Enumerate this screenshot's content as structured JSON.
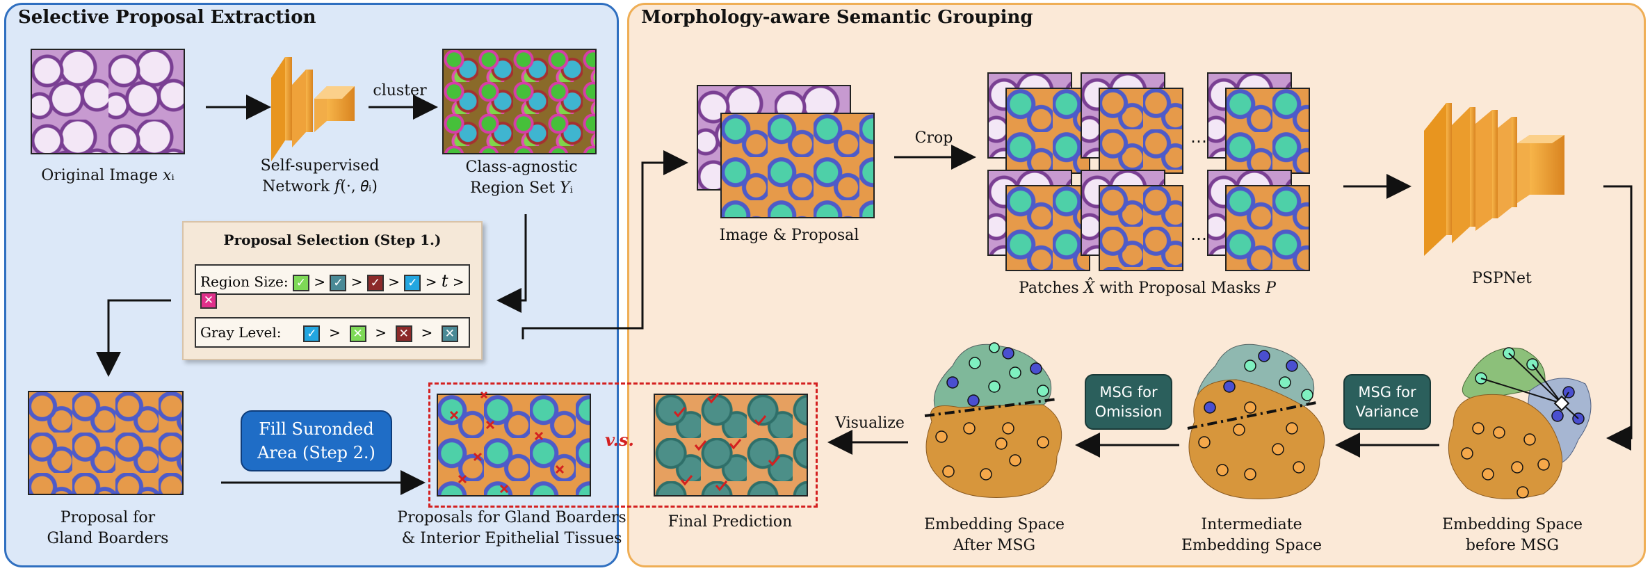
{
  "panels": {
    "left_title": "Selective Proposal Extraction",
    "right_title": "Morphology-aware Semantic Grouping"
  },
  "labels": {
    "original_image": "Original Image 𝑥ᵢ",
    "network_l1": "Self-supervised",
    "network_l2": "Network 𝑓(·, 𝜃ᵢ)",
    "cluster": "cluster",
    "region_set_l1": "Class-agnostic",
    "region_set_l2": "Region Set 𝑌ᵢ",
    "proposal_selection": "Proposal Selection",
    "step1": "(Step 1.)",
    "region_size": "Region Size:",
    "gray_level": "Gray Level:",
    "gt": ">",
    "t": "t",
    "proposal_gland_l1": "Proposal for",
    "proposal_gland_l2": "Gland Boarders",
    "fill_l1": "Fill Suronded",
    "fill_l2": "Area (Step 2.)",
    "proposals_l1": "Proposals for Gland Boarders",
    "proposals_l2": "& Interior Epithelial Tissues",
    "vs": "v.s.",
    "final_prediction": "Final Prediction",
    "image_proposal": "Image & Proposal",
    "crop": "Crop",
    "patches": "Patches 𝑋̂ with Proposal Masks 𝑃",
    "pspnet": "PSPNet",
    "visualize": "Visualize",
    "msg_omission_l1": "MSG for",
    "msg_omission_l2": "Omission",
    "msg_variance_l1": "MSG for",
    "msg_variance_l2": "Variance",
    "emb_after_l1": "Embedding Space",
    "emb_after_l2": "After MSG",
    "emb_inter_l1": "Intermediate",
    "emb_inter_l2": "Embedding Space",
    "emb_before_l1": "Embedding Space",
    "emb_before_l2": "before MSG",
    "dots": "⋯"
  },
  "colors": {
    "left_panel": "#dce8f8",
    "right_panel": "#fbe9d7",
    "left_border": "#2f6fc0",
    "right_border": "#efae55",
    "accent_red": "#d42020",
    "swatch_green": "#7ed957",
    "swatch_slate": "#4a8a96",
    "swatch_maroon": "#8c2a2a",
    "swatch_cyan": "#23a6e0",
    "swatch_magenta": "#e0308a"
  }
}
